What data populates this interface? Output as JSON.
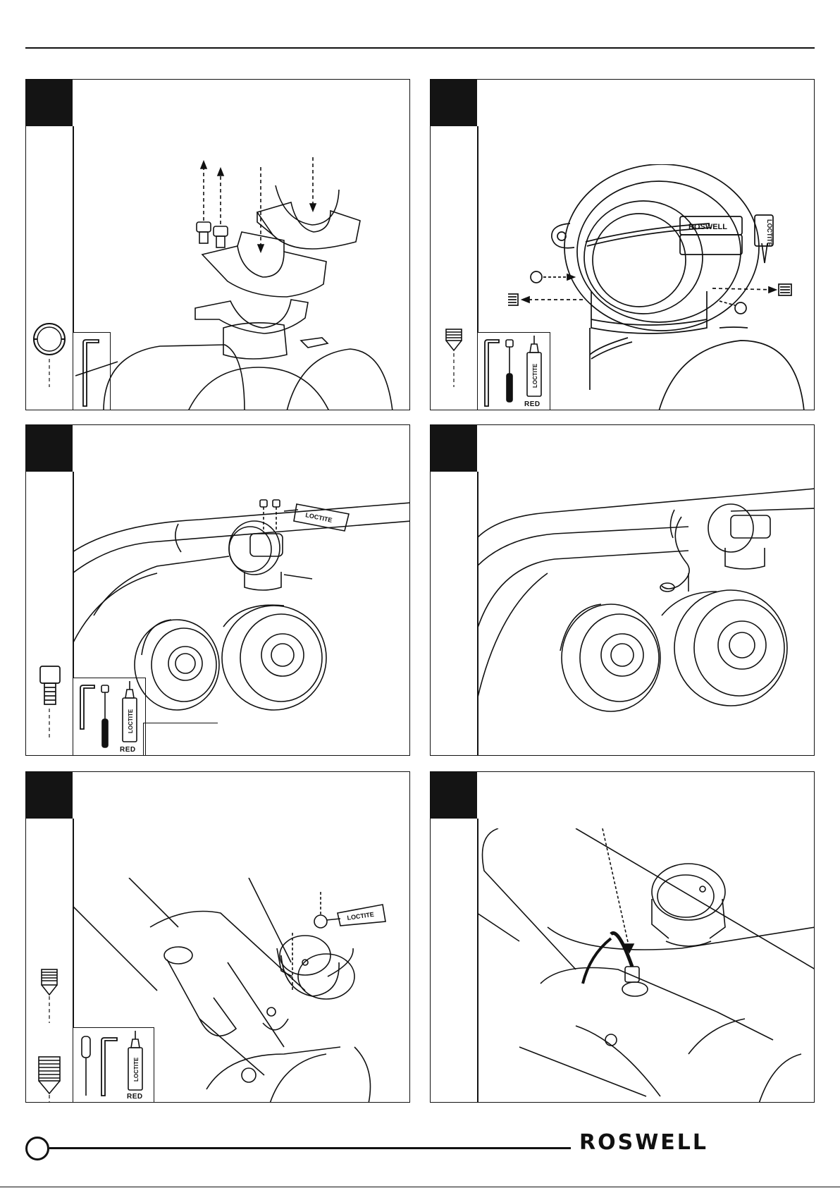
{
  "brand": {
    "logo_text": "ROSWELL"
  },
  "panels": [
    {
      "id": "step-1",
      "tools": [
        "hex-key"
      ],
      "parts": [
        "clamp-ring"
      ]
    },
    {
      "id": "step-2",
      "tools": [
        "hex-key",
        "torque-driver",
        "thread-locker"
      ],
      "parts": [
        "set-screw"
      ],
      "thread_locker": {
        "brand": "LOCTITE",
        "color_label": "RED"
      }
    },
    {
      "id": "step-3",
      "tools": [
        "hex-key",
        "torque-driver",
        "thread-locker"
      ],
      "parts": [
        "socket-cap-bolt"
      ],
      "thread_locker": {
        "brand": "LOCTITE",
        "color_label": "RED"
      }
    },
    {
      "id": "step-4",
      "tools": [],
      "parts": []
    },
    {
      "id": "step-5",
      "tools": [
        "screwdriver",
        "hex-key",
        "thread-locker"
      ],
      "parts": [
        "set-screw",
        "self-tapping-screw"
      ],
      "thread_locker": {
        "brand": "LOCTITE",
        "color_label": "RED"
      }
    },
    {
      "id": "step-6",
      "tools": [],
      "parts": []
    }
  ],
  "labels": {
    "red": "RED",
    "loctite": "LOCTITE",
    "roswell_clamp_text": "ROSWELL"
  },
  "colors": {
    "ink": "#111111",
    "paper": "#ffffff",
    "step_block": "#141414"
  }
}
